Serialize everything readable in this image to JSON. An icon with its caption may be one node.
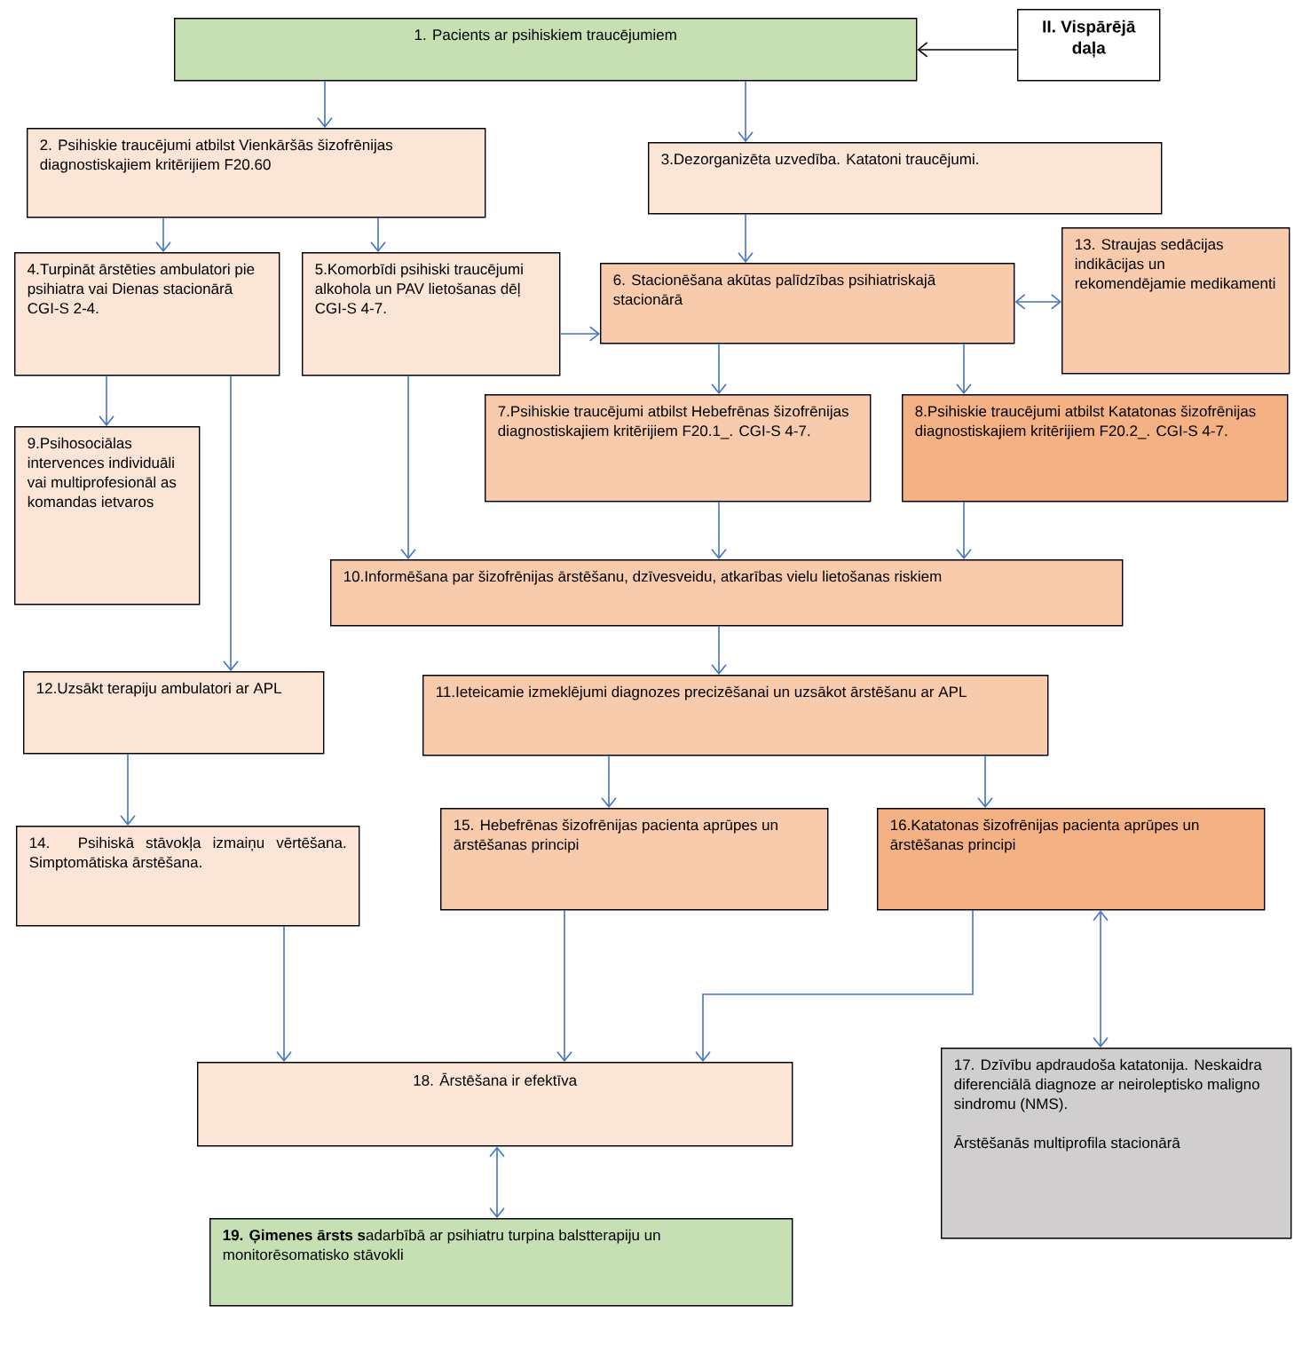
{
  "diagram": {
    "nodes": [
      {
        "text": [
          "1. Pacients ar psihiskiem traucējumiem"
        ]
      },
      {
        "text": [
          "II. Vispārējā daļa"
        ]
      },
      {
        "text": [
          "2. Psihiskie traucējumi  atbilst Vienkāršās šizofrēnijas diagnostiskajiem kritērijiem  F20.60"
        ]
      },
      {
        "text": [
          "3.Dezorganizēta uzvedība. Katatoni traucējumi."
        ]
      },
      {
        "text": [
          "4.Turpināt ārstēties ambulatori pie psihiatra vai Dienas stacionārā  CGI-S  2-4."
        ]
      },
      {
        "text": [
          "5.Komorbīdi psihiski traucējumi alkohola un PAV lietošanas dēļ  CGI-S 4-7."
        ]
      },
      {
        "text": [
          "6. Stacionēšana akūtas palīdzības psihiatriskajā stacionārā"
        ]
      },
      {
        "text": [
          "13. Straujas sedācijas indikācijas un rekomendējamie medikamenti"
        ]
      },
      {
        "text": [
          "7.Psihiskie traucējumi  atbilst Hebefrēnas šizofrēnijas diagnostiskajiem kritērijiem F20.1_.  CGI-S  4-7."
        ]
      },
      {
        "text": [
          "8.Psihiskie traucējumi  atbilst Katatonas šizofrēnijas diagnostiskajiem kritērijiem F20.2_.  CGI-S  4-7."
        ]
      },
      {
        "text": [
          "9.Psihosociālas intervences individuāli vai multiprofesionāl as komandas ietvaros"
        ]
      },
      {
        "text": [
          "10.Informēšana par šizofrēnijas ārstēšanu, dzīvesveidu, atkarības vielu lietošanas riskiem"
        ]
      },
      {
        "text": [
          "12.Uzsākt terapiju ambulatori ar APL"
        ]
      },
      {
        "text": [
          "11.Ieteicamie izmeklējumi diagnozes precizēšanai un uzsākot ārstēšanu ar APL"
        ]
      },
      {
        "text": [
          "14. Psihiskā stāvokļa izmaiņu vērtēšana. Simptomātiska ārstēšana."
        ]
      },
      {
        "text": [
          "15. Hebefrēnas šizofrēnijas pacienta aprūpes un ārstēšanas principi"
        ]
      },
      {
        "text": [
          "16.Katatonas šizofrēnijas pacienta aprūpes un ārstēšanas principi"
        ]
      },
      {
        "text": [
          "17. Dzīvību apdraudoša katatonija. Neskaidra diferenciālā diagnoze ar neiroleptisko maligno sindromu (NMS).",
          "Ārstēšanās multiprofila  stacionārā"
        ]
      },
      {
        "text": [
          "18. Ārstēšana ir efektīva"
        ]
      },
      {
        "text": [
          "**19. Ģimenes ārsts s**adarbībā ar psihiatru turpina balstterapiju un monitorēsomatisko stāvokli"
        ]
      }
    ],
    "edges": [
      {
        "from": 1,
        "to": 0,
        "arrow": "to",
        "color": "#000000"
      },
      {
        "from": 0,
        "to": 2,
        "arrow": "to"
      },
      {
        "from": 0,
        "to": 3,
        "arrow": "to"
      },
      {
        "from": 2,
        "to": 4,
        "arrow": "to"
      },
      {
        "from": 2,
        "to": 5,
        "arrow": "to"
      },
      {
        "from": 3,
        "to": 6,
        "arrow": "to"
      },
      {
        "from": 5,
        "to": 6,
        "arrow": "to"
      },
      {
        "from": 6,
        "to": 7,
        "arrow": "both"
      },
      {
        "from": 6,
        "to": 8,
        "arrow": "to"
      },
      {
        "from": 6,
        "to": 9,
        "arrow": "to"
      },
      {
        "from": 4,
        "to": 10,
        "arrow": "to"
      },
      {
        "from": 4,
        "to": 12,
        "arrow": "to"
      },
      {
        "from": 5,
        "to": 11,
        "arrow": "to"
      },
      {
        "from": 8,
        "to": 11,
        "arrow": "to"
      },
      {
        "from": 9,
        "to": 11,
        "arrow": "to"
      },
      {
        "from": 11,
        "to": 13,
        "arrow": "to"
      },
      {
        "from": 12,
        "to": 14,
        "arrow": "to"
      },
      {
        "from": 13,
        "to": 15,
        "arrow": "to"
      },
      {
        "from": 13,
        "to": 16,
        "arrow": "to"
      },
      {
        "from": 14,
        "to": 18,
        "arrow": "to"
      },
      {
        "from": 15,
        "to": 18,
        "arrow": "to"
      },
      {
        "from": 16,
        "to": 18,
        "arrow": "to"
      },
      {
        "from": 16,
        "to": 17,
        "arrow": "both"
      },
      {
        "from": 18,
        "to": 19,
        "arrow": "both"
      }
    ]
  }
}
